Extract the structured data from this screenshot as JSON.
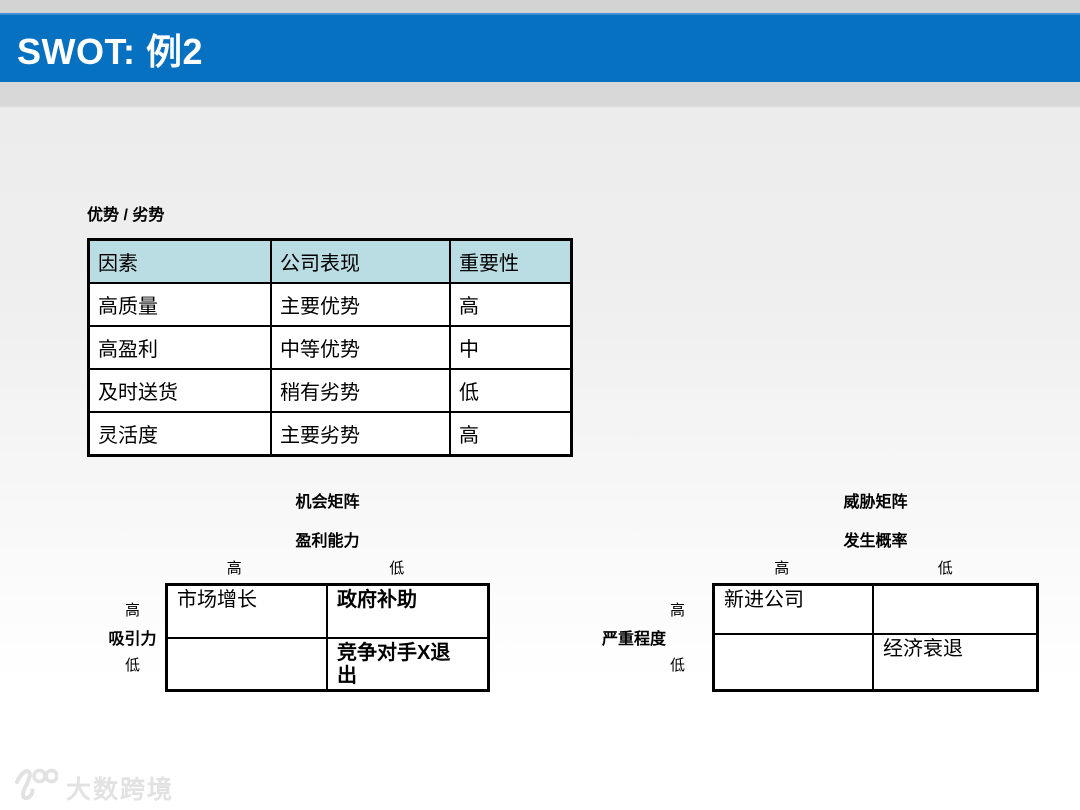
{
  "slide": {
    "title": "SWOT: 例2",
    "section_label": "优势 / 劣势",
    "colors": {
      "header_blue": "#0670c1",
      "header_blue_highlight": "#3b8ed2",
      "table_header_bg": "#badde3",
      "top_band_gray": "#d7d7d7",
      "border_black": "#000000"
    },
    "watermark": {
      "logo_icon": "100-swirl-logo",
      "logo": "100",
      "text": "大数跨境"
    }
  },
  "table": {
    "headers": [
      "因素",
      "公司表现",
      "重要性"
    ],
    "rows": [
      [
        "高质量",
        "主要优势",
        "高"
      ],
      [
        "高盈利",
        "中等优势",
        "中"
      ],
      [
        "及时送货",
        "稍有劣势",
        "低"
      ],
      [
        "灵活度",
        "主要劣势",
        "高"
      ]
    ]
  },
  "matrices": [
    {
      "title": "机会矩阵",
      "col_axis": "盈利能力",
      "col_high": "高",
      "col_low": "低",
      "row_axis": "吸引力",
      "row_high": "高",
      "row_low": "低",
      "cells": {
        "top_left": "市场增长",
        "top_right": "政府补助",
        "bottom_left": "",
        "bottom_right": "竞争对手X退出"
      }
    },
    {
      "title": "威胁矩阵",
      "col_axis": "发生概率",
      "col_high": "高",
      "col_low": "低",
      "row_axis": "严重程度",
      "row_high": "高",
      "row_low": "低",
      "cells": {
        "top_left": "新进公司",
        "top_right": "",
        "bottom_left": "",
        "bottom_right": "经济衰退"
      }
    }
  ]
}
